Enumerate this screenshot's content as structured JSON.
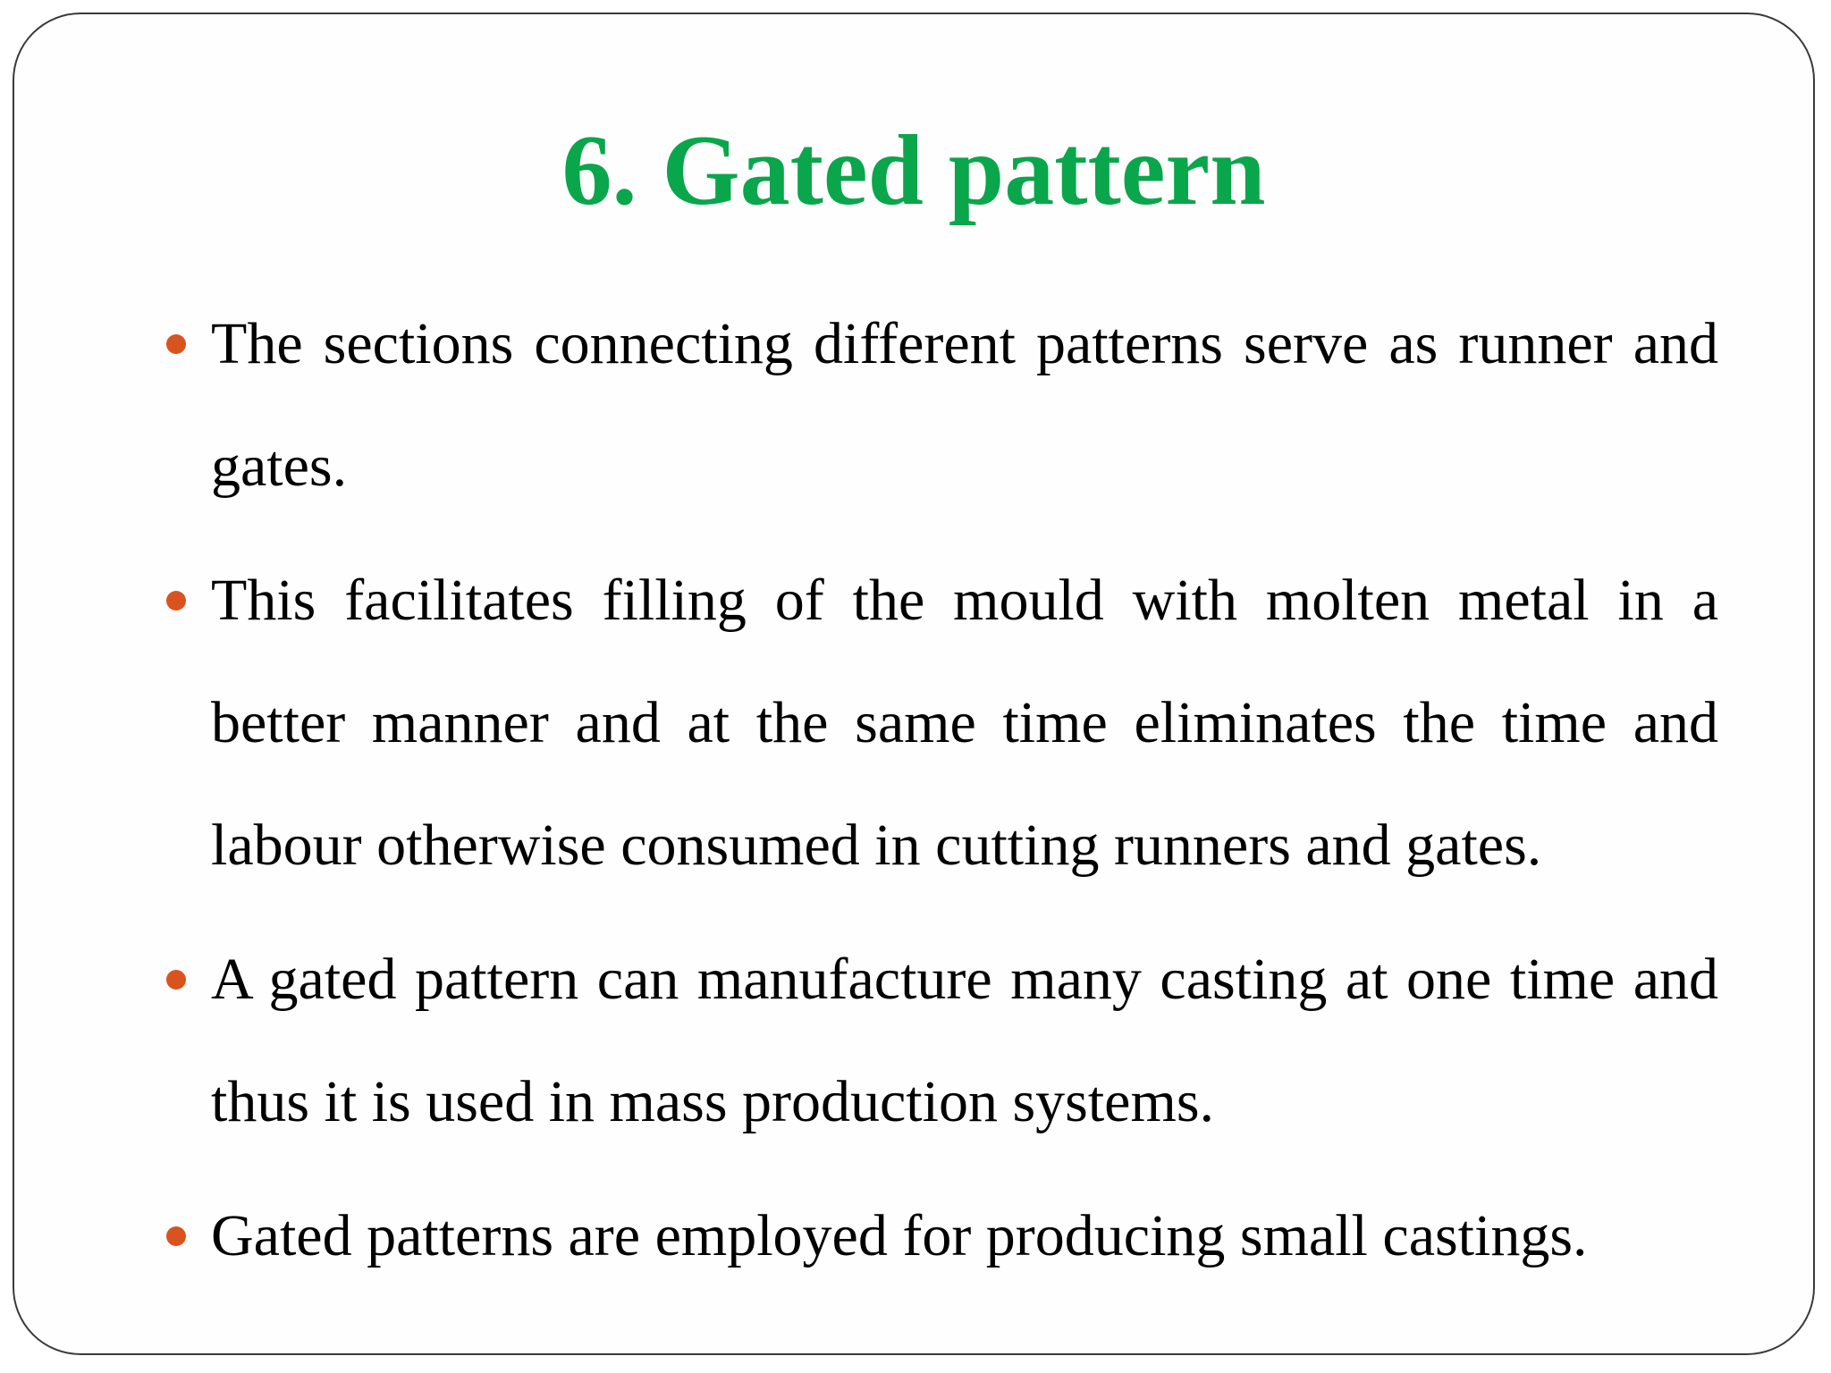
{
  "slide": {
    "title": "6. Gated pattern",
    "bullet_color": "#d9531e",
    "title_color": "#0aa64b",
    "bullets": [
      {
        "text": "The sections connecting different patterns serve as runner and gates."
      },
      {
        "text": "This facilitates filling of the mould with molten metal in a better manner and at the same time eliminates the time and labour otherwise consumed in cutting runners and gates."
      },
      {
        "text": "A gated pattern can manufacture many casting at one time and thus it is used in mass production systems."
      },
      {
        "text": "Gated patterns are employed for producing small castings."
      }
    ]
  }
}
